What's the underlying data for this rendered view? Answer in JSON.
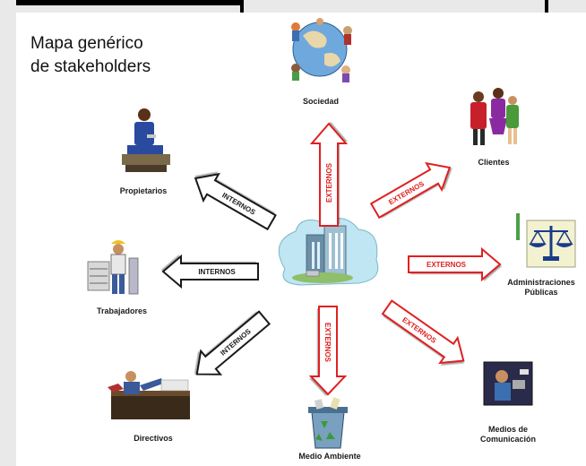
{
  "title": {
    "line1": "Mapa genérico",
    "line2": "de stakeholders"
  },
  "colors": {
    "external": "#e02020",
    "internal": "#1a1a1a"
  },
  "stakeholders": {
    "sociedad": {
      "label": "Sociedad"
    },
    "clientes": {
      "label": "Clientes"
    },
    "admin": {
      "label1": "Administraciones",
      "label2": "Públicas"
    },
    "medios": {
      "label1": "Medios de",
      "label2": "Comunicación"
    },
    "medio": {
      "label": "Medio Ambiente"
    },
    "directivos": {
      "label": "Directivos"
    },
    "trabajadores": {
      "label": "Trabajadores"
    },
    "propietarios": {
      "label": "Propietarios"
    },
    "center": {
      "icon": "company-building-icon"
    }
  },
  "arrows": {
    "up": "EXTERNOS",
    "upright": "EXTERNOS",
    "right": "EXTERNOS",
    "downright": "EXTERNOS",
    "down": "EXTERNOS",
    "downleft": "INTERNOS",
    "left": "INTERNOS",
    "upleft": "INTERNOS"
  }
}
